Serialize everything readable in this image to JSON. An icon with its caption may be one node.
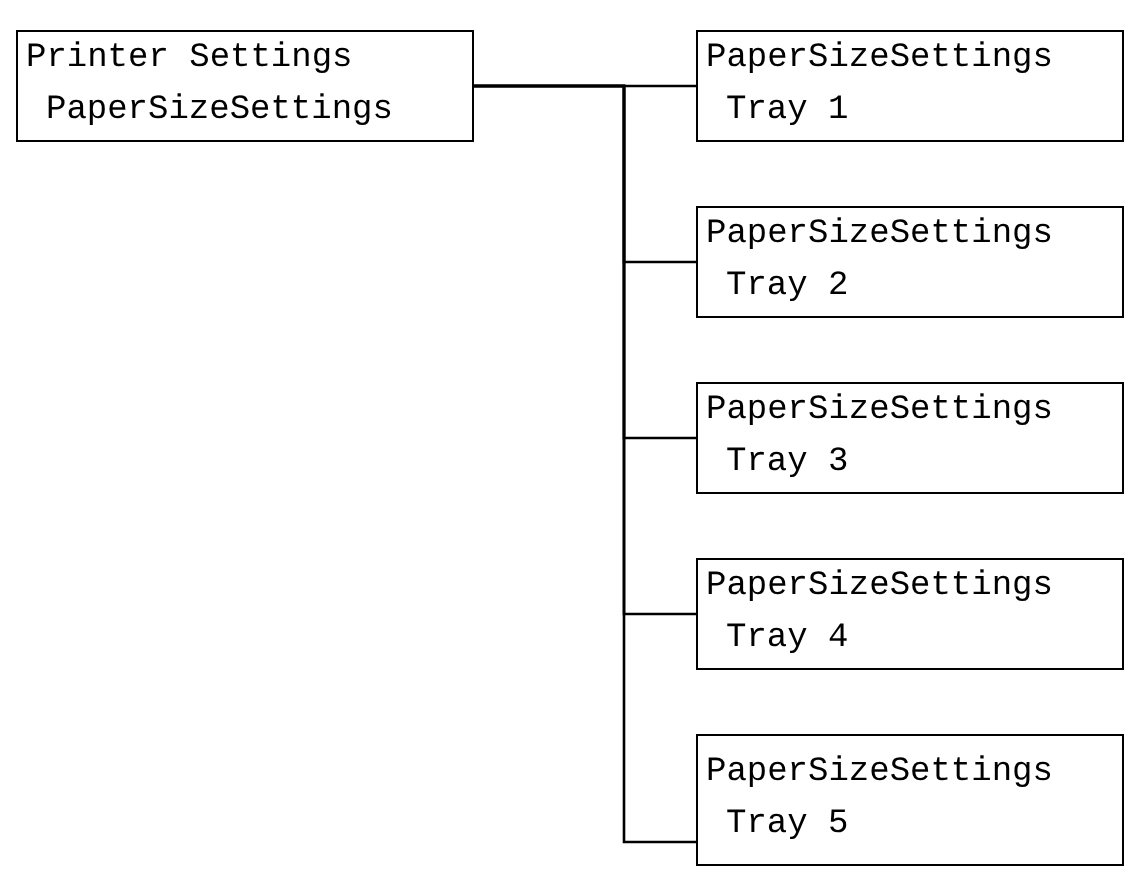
{
  "diagram": {
    "nodes": [
      {
        "text": [
          "Printer Settings",
          "PaperSizeSettings"
        ]
      },
      {
        "text": [
          "PaperSizeSettings",
          "Tray 1"
        ]
      },
      {
        "text": [
          "PaperSizeSettings",
          "Tray 2"
        ]
      },
      {
        "text": [
          "PaperSizeSettings",
          "Tray 3"
        ]
      },
      {
        "text": [
          "PaperSizeSettings",
          "Tray 4"
        ]
      },
      {
        "text": [
          "PaperSizeSettings",
          "Tray 5"
        ]
      }
    ],
    "edges": [
      {
        "from": 0,
        "to": 1,
        "arrow": "none"
      },
      {
        "from": 0,
        "to": 2,
        "arrow": "none"
      },
      {
        "from": 0,
        "to": 3,
        "arrow": "none"
      },
      {
        "from": 0,
        "to": 4,
        "arrow": "none"
      },
      {
        "from": 0,
        "to": 5,
        "arrow": "none"
      }
    ]
  }
}
